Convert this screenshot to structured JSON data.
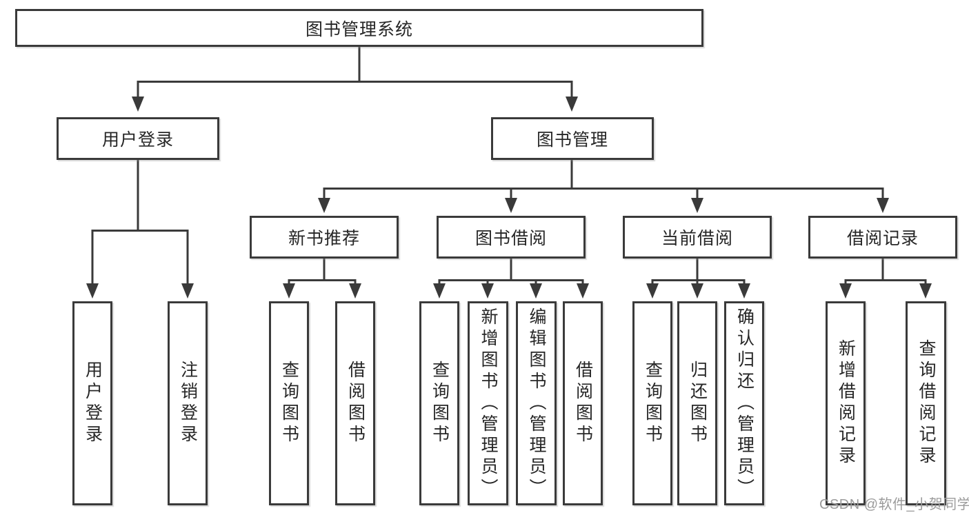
{
  "diagram": {
    "type": "functional-structure-tree",
    "tree": {
      "root": {
        "label": "图书管理系统",
        "children": [
          {
            "label": "用户登录",
            "children": [
              {
                "label": "用户登录"
              },
              {
                "label": "注销登录"
              }
            ]
          },
          {
            "label": "图书管理",
            "children": [
              {
                "label": "新书推荐",
                "children": [
                  {
                    "label": "查询图书"
                  },
                  {
                    "label": "借阅图书"
                  }
                ]
              },
              {
                "label": "图书借阅",
                "children": [
                  {
                    "label": "查询图书"
                  },
                  {
                    "label": "新增图书（管理员）"
                  },
                  {
                    "label": "编辑图书（管理员）"
                  },
                  {
                    "label": "借阅图书"
                  }
                ]
              },
              {
                "label": "当前借阅",
                "children": [
                  {
                    "label": "查询图书"
                  },
                  {
                    "label": "归还图书"
                  },
                  {
                    "label": "确认归还（管理员）"
                  }
                ]
              },
              {
                "label": "借阅记录",
                "children": [
                  {
                    "label": "新增借阅记录"
                  },
                  {
                    "label": "查询借阅记录"
                  }
                ]
              }
            ]
          }
        ]
      }
    },
    "colors": {
      "background": "#ffffff",
      "box_fill": "#ffffff",
      "box_border": "#3a3a3a",
      "connector_line": "#3a3a3a",
      "label_text": "#262626",
      "watermark_text": "#9b9b9b"
    }
  },
  "watermark": {
    "text": "CSDN @软件_小贺同学"
  }
}
